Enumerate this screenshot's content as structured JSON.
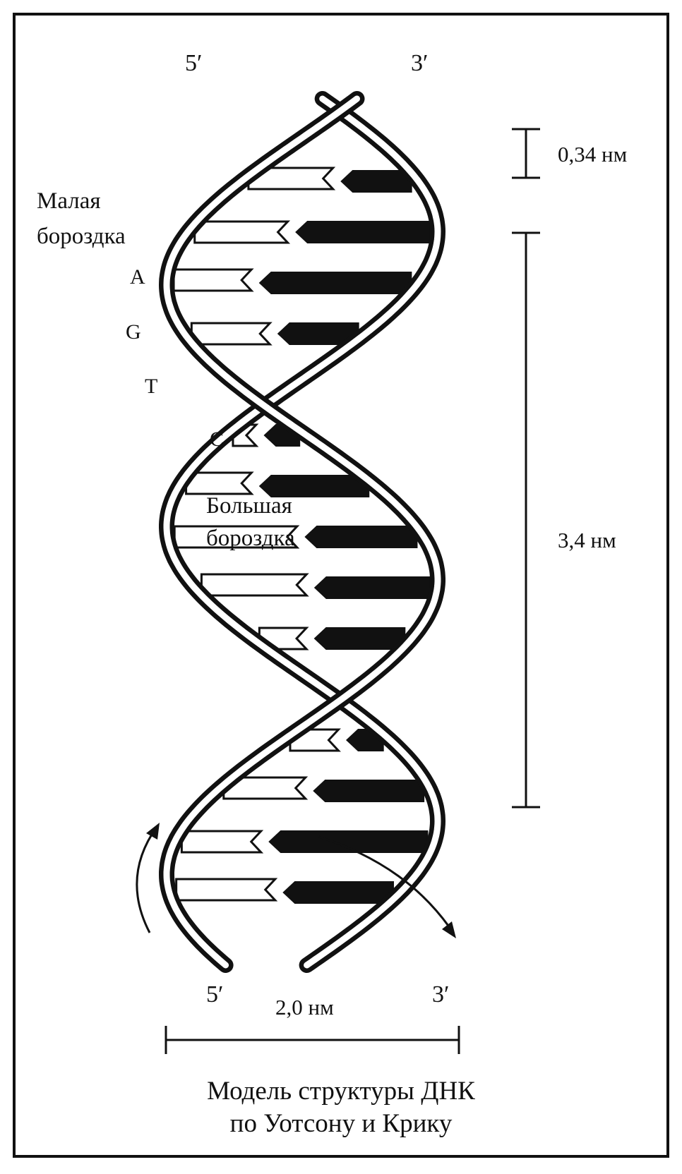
{
  "figure": {
    "caption_line1": "Модель структуры ДНК",
    "caption_line2": "по Уотсону и Крику"
  },
  "strand_ends": {
    "top_left": "5′",
    "top_right": "3′",
    "bottom_left": "5′",
    "bottom_right": "3′"
  },
  "grooves": {
    "minor_line1": "Малая",
    "minor_line2": "бороздка",
    "major_line1": "Большая",
    "major_line2": "бороздка"
  },
  "bases": [
    "A",
    "G",
    "T",
    "C"
  ],
  "dimensions": {
    "base_step": "0,34 нм",
    "helix_turn": "3,4 нм",
    "helix_width": "2,0 нм"
  },
  "colors": {
    "ink": "#111111",
    "paper": "#ffffff"
  }
}
